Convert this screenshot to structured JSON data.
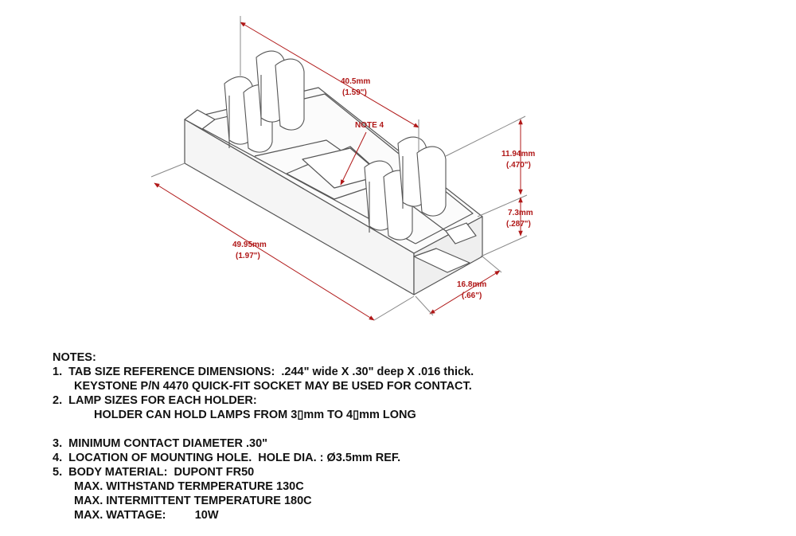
{
  "dimensions": {
    "top_length": "40.5mm",
    "top_length_in": "(1.59\")",
    "note_ref": "NOTE 4",
    "height_upper": "11.94mm",
    "height_upper_in": "(.470\")",
    "height_lower": "7.3mm",
    "height_lower_in": "(.287\")",
    "length_total": "49.95mm",
    "length_total_in": "(1.97\")",
    "depth": "16.8mm",
    "depth_in": "(.66\")"
  },
  "notes": {
    "title": "NOTES:",
    "n1": "1.  TAB SIZE REFERENCE DIMENSIONS:  .244\" wide X .30\" deep X .016 thick.",
    "n1b": "KEYSTONE P/N 4470 QUICK-FIT SOCKET MAY BE USED FOR CONTACT.",
    "n2": "2.  LAMP SIZES FOR EACH HOLDER:",
    "n2b": "HOLDER CAN HOLD LAMPS FROM 3▯mm TO 4▯mm LONG",
    "n3": "3.  MINIMUM CONTACT DIAMETER .30\"",
    "n4": "4.  LOCATION OF MOUNTING HOLE.  HOLE DIA. : Ø3.5mm REF.",
    "n5": "5.  BODY MATERIAL:  DUPONT FR50",
    "n5b": "MAX. WITHSTAND TERMPERATURE 130C",
    "n5c": "MAX. INTERMITTENT TEMPERATURE 180C",
    "n5d": "MAX. WATTAGE:         10W"
  },
  "colors": {
    "dimension": "#b01818",
    "line": "#555555"
  }
}
